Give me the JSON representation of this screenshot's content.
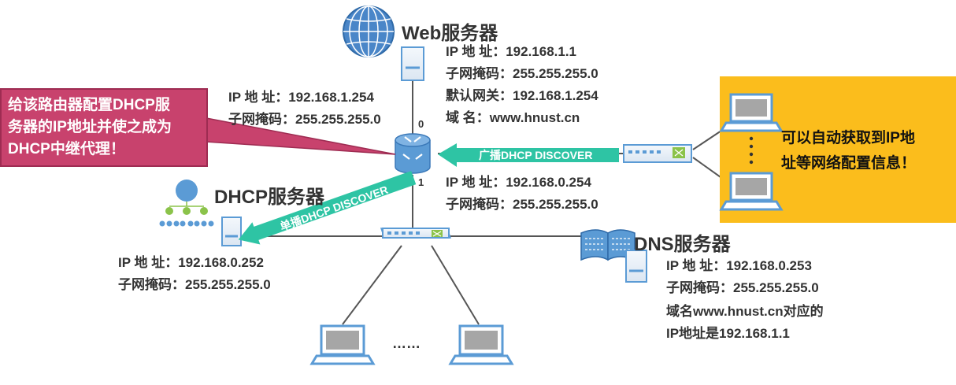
{
  "web_server": {
    "title": "Web服务器",
    "ip": "IP 地  址：192.168.1.1",
    "mask": "子网掩码：255.255.255.0",
    "gateway": "默认网关：192.168.1.254",
    "domain": "域       名：www.hnust.cn"
  },
  "router": {
    "if0_ip": "IP 地  址：192.168.1.254",
    "if0_mask": "子网掩码：255.255.255.0",
    "if0_label": "0",
    "if1_label": "1",
    "if1_ip": "IP 地  址：192.168.0.254",
    "if1_mask": "子网掩码：255.255.255.0"
  },
  "dhcp_server": {
    "title": "DHCP服务器",
    "ip": "IP 地  址：192.168.0.252",
    "mask": "子网掩码：255.255.255.0"
  },
  "dns_server": {
    "title": "DNS服务器",
    "ip": "IP 地  址：192.168.0.253",
    "mask": "子网掩码：255.255.255.0",
    "note1": "域名www.hnust.cn对应的",
    "note2": "IP地址是192.168.1.1"
  },
  "callout_left": {
    "line1": "给该路由器配置DHCP服",
    "line2": "务器的IP地址并使之成为",
    "line3": "DHCP中继代理！"
  },
  "callout_right": {
    "line1": "可以自动获取到IP地",
    "line2": "址等网络配置信息！"
  },
  "arrows": {
    "broadcast": "广播DHCP DISCOVER",
    "unicast": "单播DHCP DISCOVER"
  },
  "ellipsis": "……",
  "colors": {
    "accent_teal": "#2ec4a4",
    "device_blue": "#5b9bd5",
    "callout_red": "#c8426d",
    "callout_orange": "#fbbd1c",
    "line_gray": "#555555"
  },
  "icons": [
    "globe-icon",
    "server-icon",
    "router-icon",
    "switch-icon",
    "laptop-icon",
    "org-chart-icon",
    "book-icon"
  ]
}
